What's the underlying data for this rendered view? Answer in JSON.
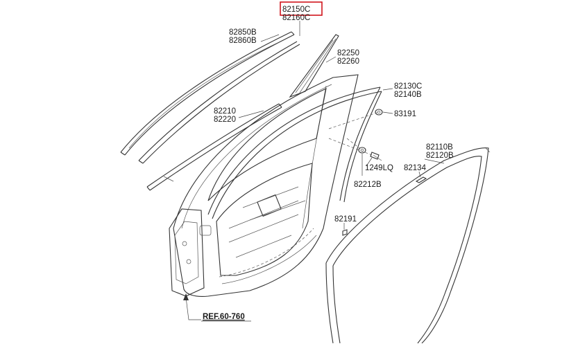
{
  "highlight_color": "#d0141c",
  "labels": {
    "p82150c": "82150C",
    "p82160c": "82160C",
    "p82850b": "82850B",
    "p82860b": "82860B",
    "p82250": "82250",
    "p82260": "82260",
    "p82130c": "82130C",
    "p82140b": "82140B",
    "p82210": "82210",
    "p82220": "82220",
    "p83191": "83191",
    "p1249lq": "1249LQ",
    "p82212b": "82212B",
    "p82110b": "82110B",
    "p82120b": "82120B",
    "p82134": "82134",
    "p82191": "82191",
    "ref": "REF.60-760"
  }
}
